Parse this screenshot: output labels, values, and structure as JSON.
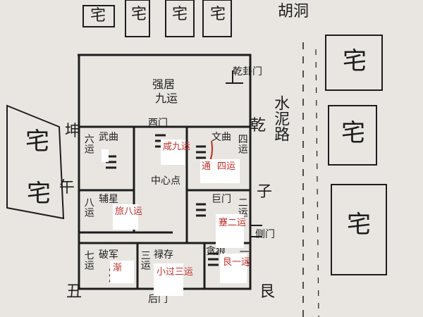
{
  "top_houses": [
    "宅",
    "宅",
    "宅",
    "宅"
  ],
  "right_houses": [
    "宅",
    "宅",
    "宅"
  ],
  "left_house": [
    "宅",
    "宅"
  ],
  "hutong_label": "胡洞",
  "road_label": "水泥路",
  "main_hall": {
    "title": "强居",
    "subtitle": "九运"
  },
  "gates": {
    "qian_gate": "乾卦门",
    "wu_gate": "酉门",
    "side_gate": "侧门",
    "back_gate": "后门"
  },
  "rooms": {
    "top_left": {
      "prefix": "六运",
      "name": "武曲"
    },
    "top_right": {
      "prefix": "四运",
      "name": "文曲"
    },
    "mid_left": {
      "prefix": "八运",
      "name": "辅星"
    },
    "mid_right": {
      "prefix": "二运",
      "name": "巨门"
    },
    "bottom_left": {
      "prefix": "七运",
      "name": "破军"
    },
    "bottom_mid": {
      "prefix": "三运",
      "name": "禄存"
    },
    "bottom_right": {
      "prefix": "一运",
      "name": "贪狼"
    }
  },
  "center_label": "中心点",
  "direction_labels": {
    "qian": "乾",
    "wu": "午",
    "zi": "子",
    "gen": "艮",
    "kun": "坤",
    "chou": "丑"
  },
  "red_labels": {
    "xian": "咸九运",
    "tong": "通",
    "si": "四运",
    "lv": "旅八运",
    "jian": "蹇二运",
    "jian2": "渐",
    "xiaoguo": "小过三运",
    "gen1": "艮一运"
  },
  "colors": {
    "ink": "#1d1d1d",
    "red": "#c0302a",
    "paper": "#e9e6e2",
    "box": "#ffffff"
  }
}
